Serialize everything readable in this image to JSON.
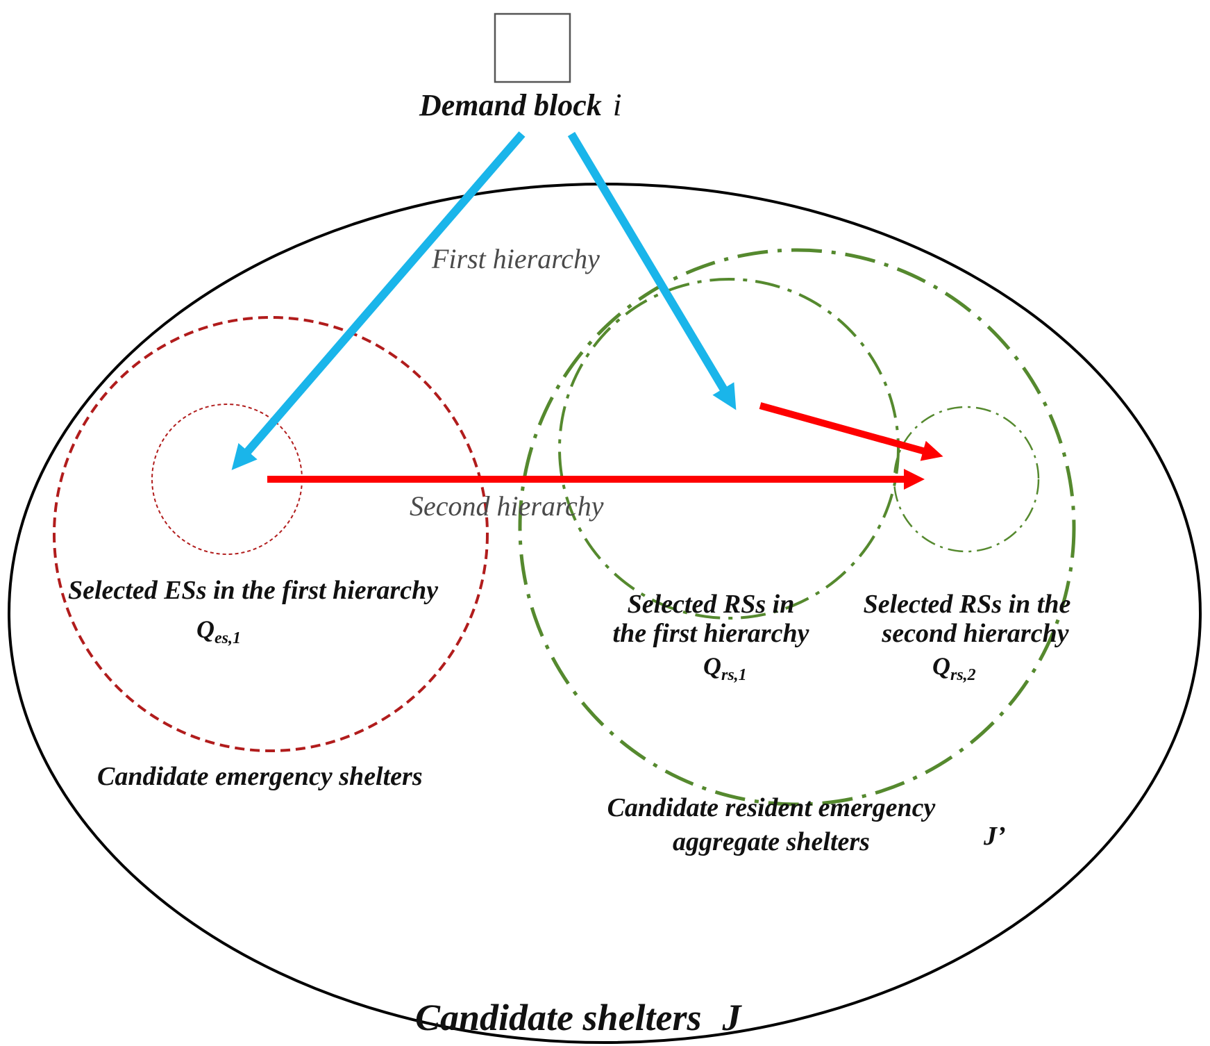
{
  "demand": {
    "label": "Demand block",
    "symbol": "i"
  },
  "flows": {
    "first": "First hierarchy",
    "second": "Second hierarchy"
  },
  "emergency": {
    "selected_label": "Selected ESs in the first hierarchy",
    "selected_q": "Q",
    "selected_sub": "es,1",
    "candidate_label": "Candidate emergency shelters"
  },
  "resident_first": {
    "line1": "Selected RSs in",
    "line2": "the first hierarchy",
    "q": "Q",
    "sub": "rs,1"
  },
  "resident_second": {
    "line1": "Selected RSs in the",
    "line2": "second hierarchy",
    "q": "Q",
    "sub": "rs,2"
  },
  "resident_candidate": {
    "line1": "Candidate resident emergency",
    "line2": "aggregate shelters",
    "symbol": "J’"
  },
  "all_candidates": {
    "label": "Candidate shelters",
    "symbol": "J"
  },
  "colors": {
    "blue_arrow": "#1ab5ea",
    "red_arrow": "#fe0000",
    "red_circle": "#b11c1c",
    "green_circle": "#55892e",
    "outline": "#000000"
  }
}
